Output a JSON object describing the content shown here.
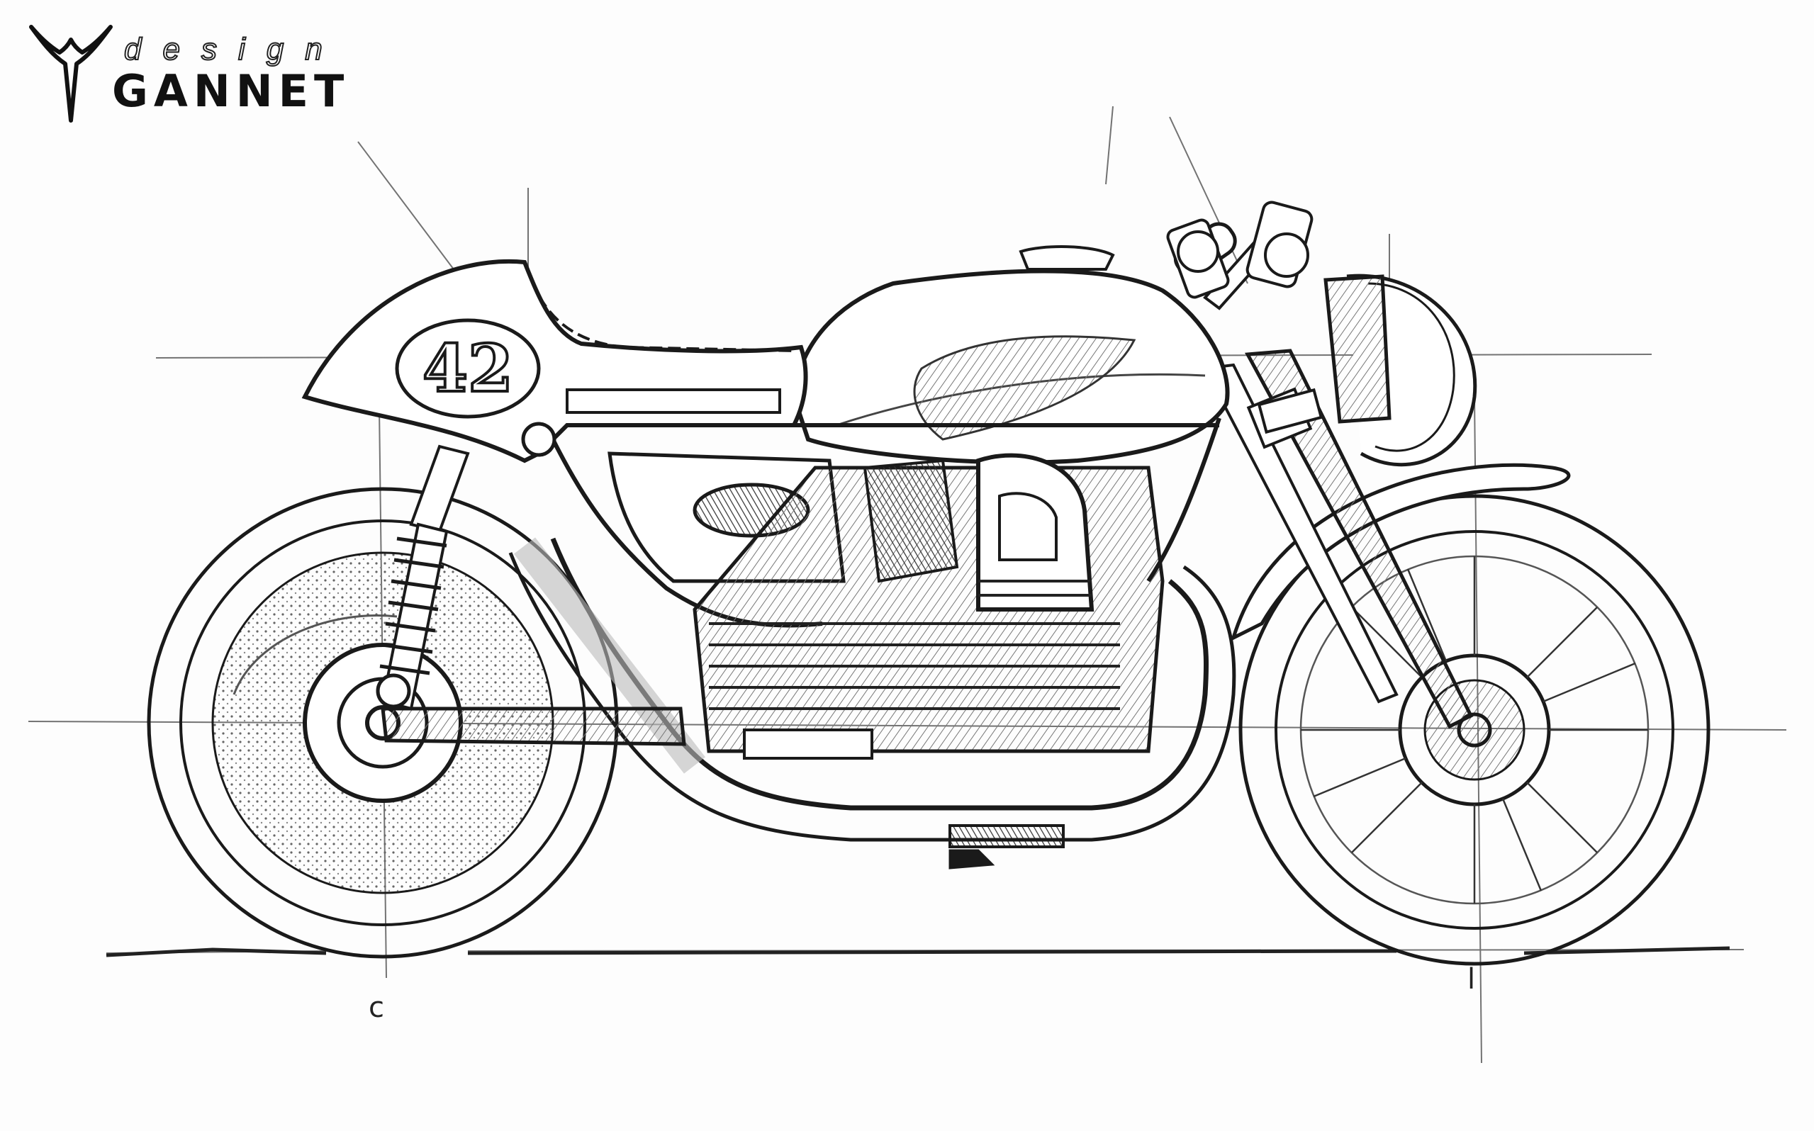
{
  "brand": {
    "tagline": "design",
    "name": "GANNET",
    "logo_icon": "gannet-bird-icon"
  },
  "sketch": {
    "race_number": "42",
    "marks": [
      "c",
      "l"
    ]
  },
  "colors": {
    "paper": "#fdfdfd",
    "ink": "#1a1a1a",
    "graphite": "#555555"
  }
}
